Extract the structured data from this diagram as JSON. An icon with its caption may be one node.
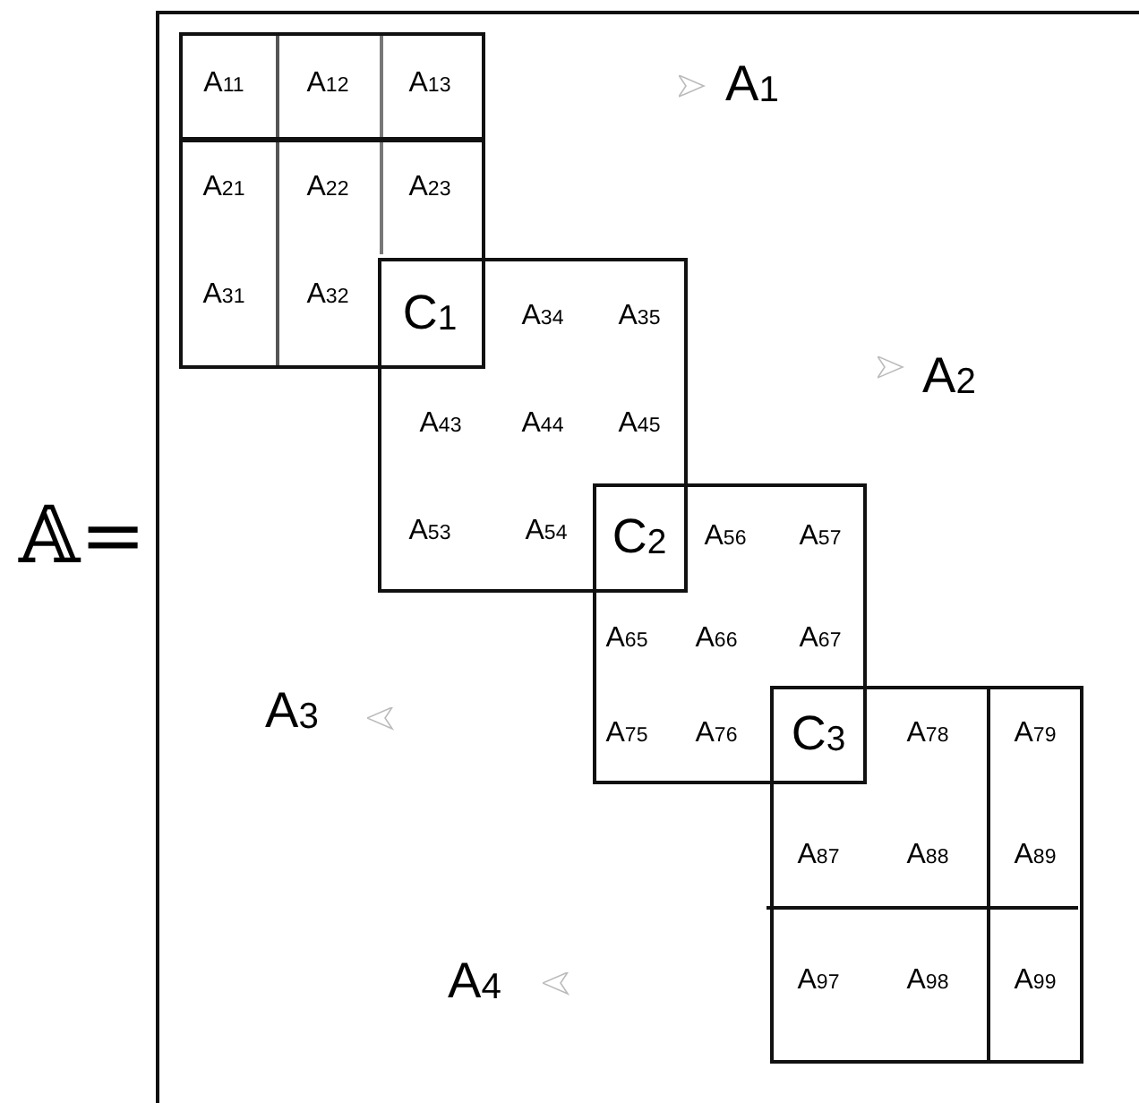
{
  "diagram": {
    "nodes": [
      {
        "text": [
          "A$_{11}$",
          "A$_{12}$",
          "A$_{13}$",
          "A$_{21}$",
          "A$_{22}$",
          "A$_{23}$",
          "A$_{31}$",
          "A$_{32}$"
        ]
      },
      {
        "text": [
          "A$_{34}$",
          "A$_{35}$",
          "A$_{43}$",
          "A$_{44}$",
          "A$_{45}$",
          "A$_{53}$",
          "A$_{54}$"
        ]
      },
      {
        "text": [
          "A$_{56}$",
          "A$_{57}$",
          "A$_{65}$",
          "A$_{66}$",
          "A$_{67}$",
          "A$_{75}$",
          "A$_{76}$"
        ]
      },
      {
        "text": [
          "A$_{78}$",
          "A$_{79}$",
          "A$_{87}$",
          "A$_{88}$",
          "A$_{89}$",
          "A$_{97}$",
          "A$_{98}$",
          "A$_{99}$"
        ]
      },
      {
        "text": [
          "C$_{1}$"
        ]
      },
      {
        "text": [
          "C$_{2}$"
        ]
      },
      {
        "text": [
          "C$_{3}$"
        ]
      }
    ],
    "edges": [],
    "labels": [
      "A$_{1}$",
      "A$_{2}$",
      "𝔸=",
      "A$_{3}$",
      "A$_{4}$"
    ]
  }
}
